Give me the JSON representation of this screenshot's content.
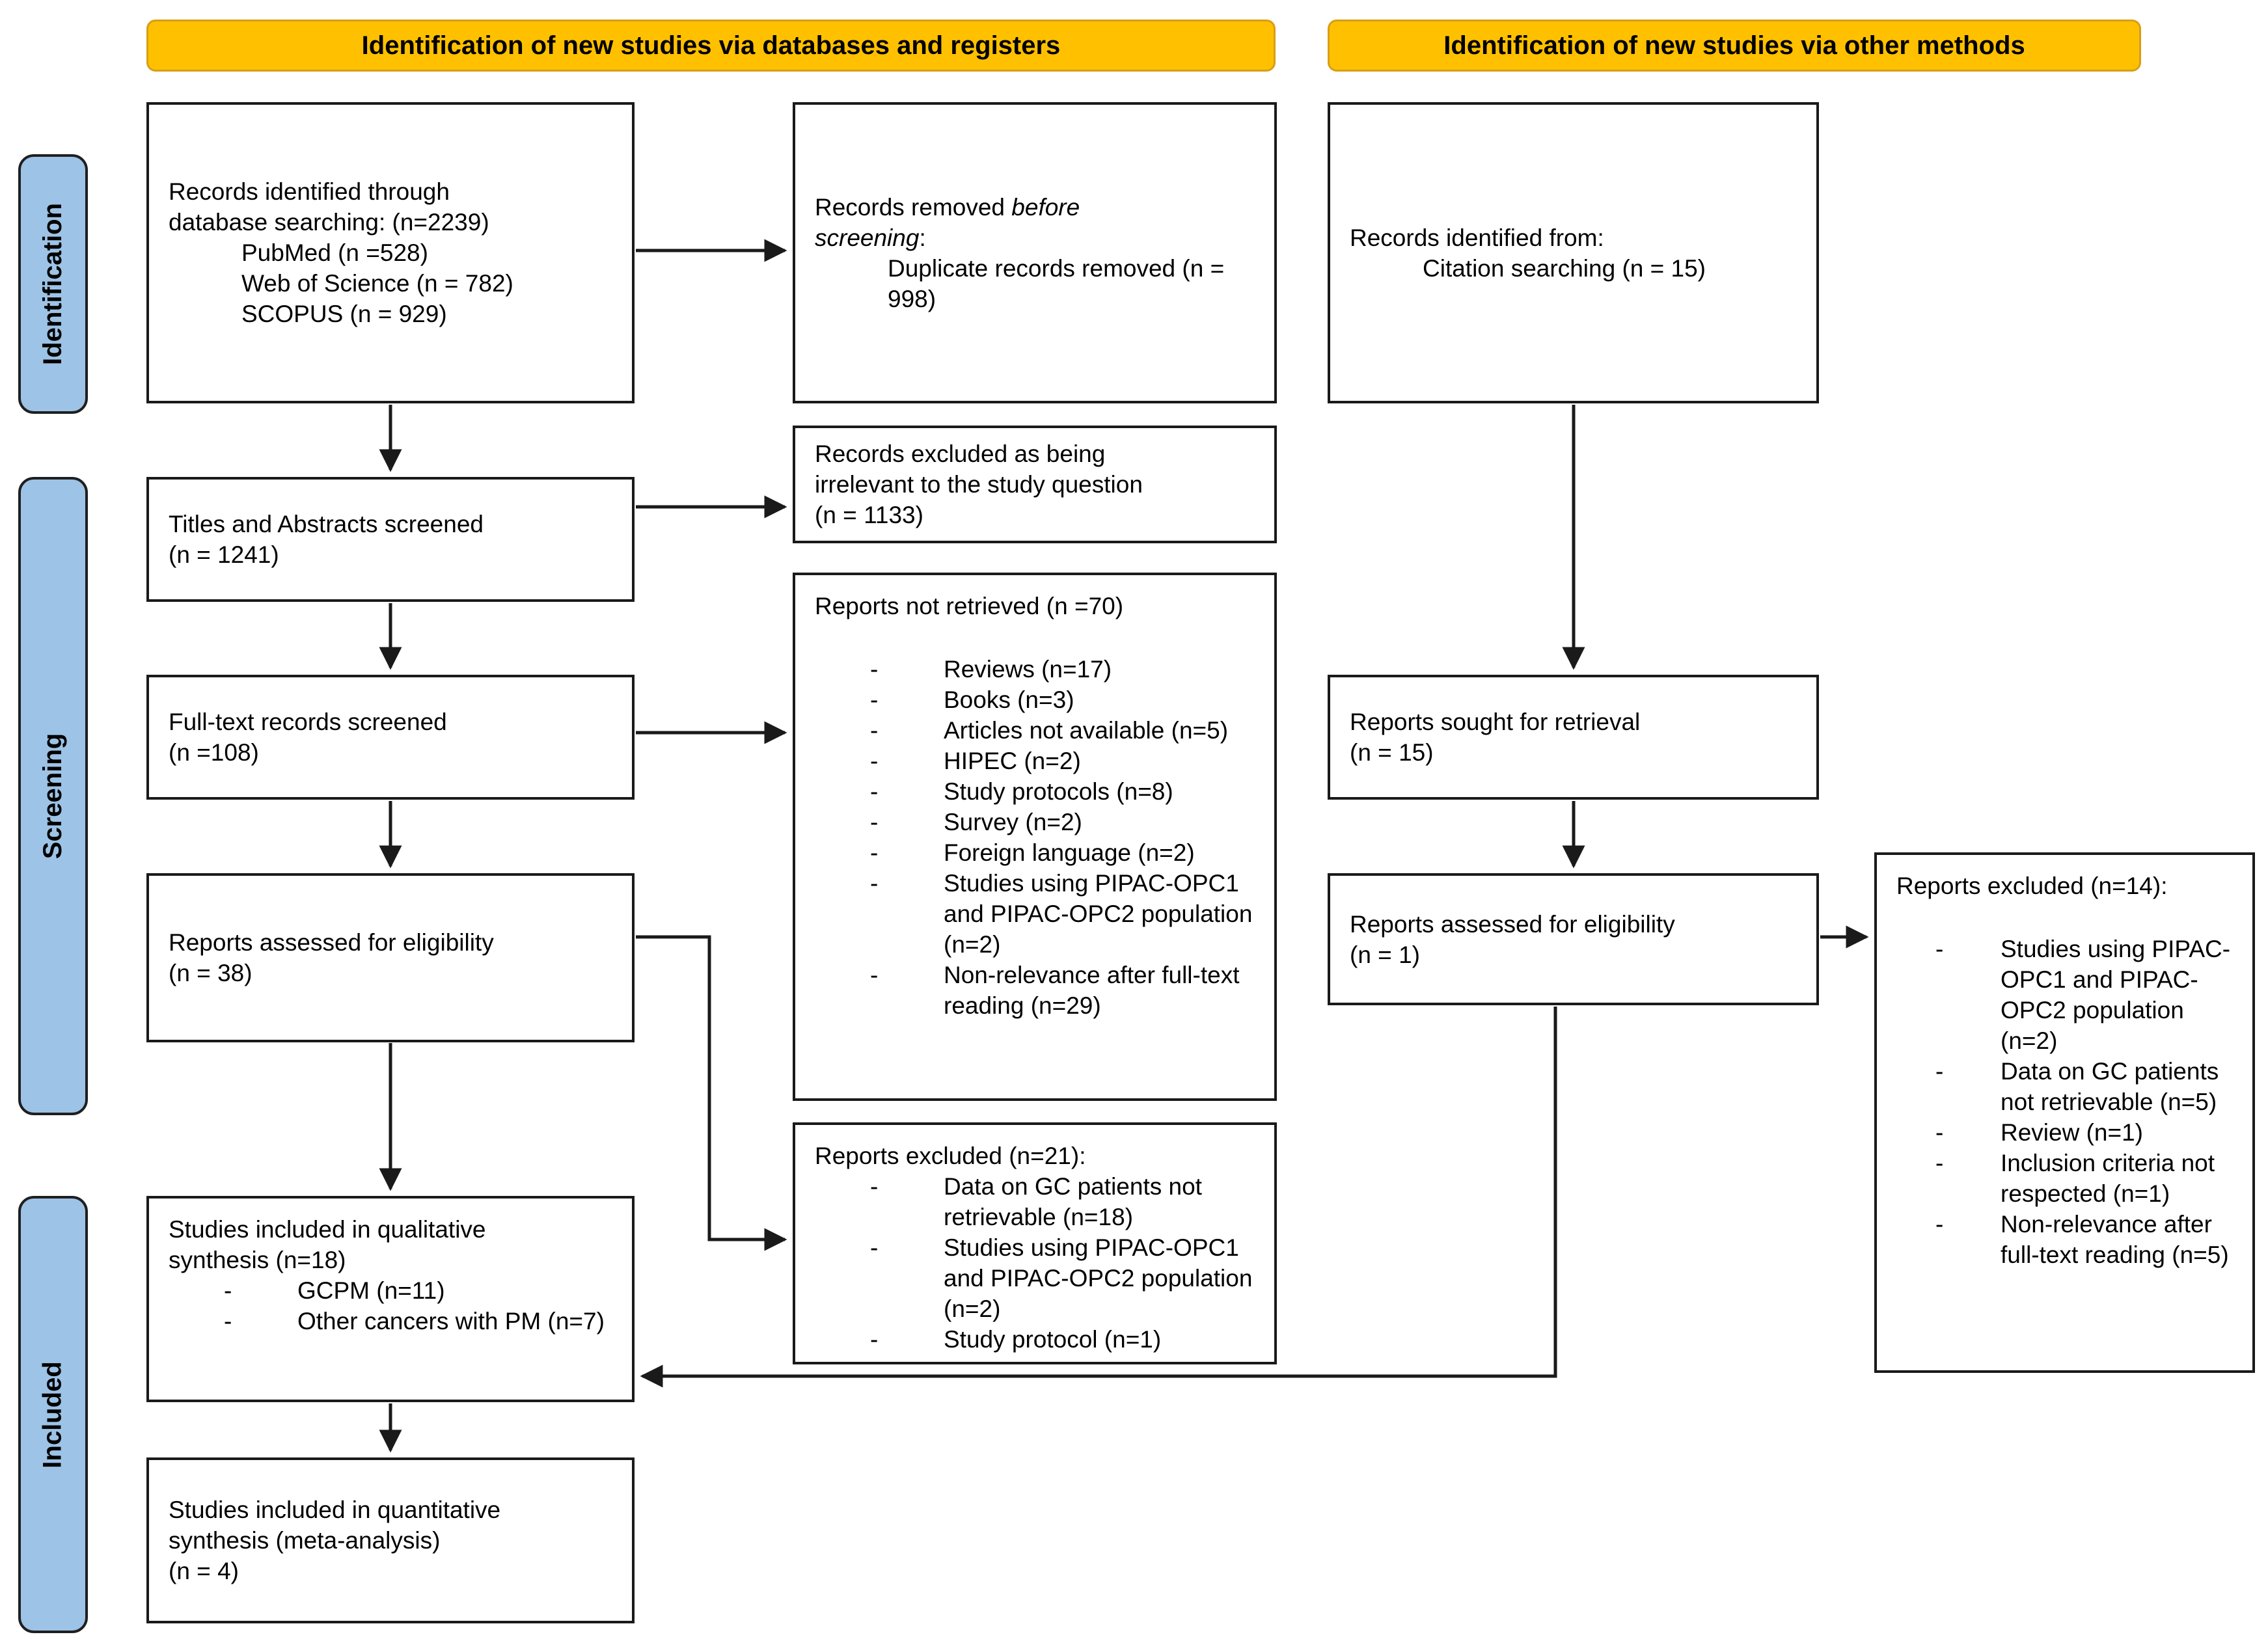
{
  "colors": {
    "banner_fill": "#FFC000",
    "sidebar_fill": "#9DC3E6",
    "line_color": "#1A1A1A"
  },
  "banners": {
    "databases": "Identification of new studies via databases and registers",
    "other": "Identification of new studies via other methods"
  },
  "sidebar": {
    "identification": "Identification",
    "screening": "Screening",
    "included": "Included"
  },
  "boxes": {
    "records_identified": {
      "line1": "Records identified through",
      "line2": "database searching: (n=2239)",
      "sources": [
        "PubMed (n =528)",
        "Web of Science (n = 782)",
        "SCOPUS (n = 929)"
      ]
    },
    "records_removed": {
      "normal1": "Records removed ",
      "italic1": "before",
      "italic2": "screening",
      "suffix2": ":",
      "detail": "Duplicate records removed (n = 998)"
    },
    "records_identified_other": {
      "line1": "Records identified from:",
      "detail": "Citation searching (n = 15)"
    },
    "titles_screened": {
      "line1": "Titles and Abstracts screened",
      "line2": "(n = 1241)"
    },
    "records_excluded_irrelevant": {
      "line1": "Records excluded as being",
      "line2": "irrelevant to the study question",
      "line3": "(n = 1133)"
    },
    "reports_not_retrieved": {
      "heading": "Reports not retrieved (n =70)",
      "items": [
        "Reviews (n=17)",
        "Books (n=3)",
        "Articles not available (n=5)",
        "HIPEC (n=2)",
        "Study protocols (n=8)",
        "Survey (n=2)",
        "Foreign language (n=2)",
        "Studies using PIPAC-OPC1 and PIPAC-OPC2 population (n=2)",
        "Non-relevance after full-text reading (n=29)"
      ]
    },
    "fulltext_screened": {
      "line1": "Full-text records screened",
      "line2": "(n =108)"
    },
    "reports_sought": {
      "line1": "Reports sought for retrieval",
      "line2": "(n = 15)"
    },
    "reports_assessed_databases": {
      "line1": "Reports assessed for eligibility",
      "line2": "(n = 38)"
    },
    "reports_assessed_other": {
      "line1": "Reports assessed for eligibility",
      "line2": "(n = 1)"
    },
    "reports_excluded_21": {
      "heading": "Reports excluded (n=21):",
      "items": [
        "Data on GC patients not retrievable (n=18)",
        "Studies using PIPAC-OPC1 and PIPAC-OPC2 population (n=2)",
        "Study protocol (n=1)"
      ]
    },
    "reports_excluded_14": {
      "heading": "Reports excluded (n=14):",
      "items": [
        "Studies using PIPAC-OPC1 and PIPAC-OPC2 population (n=2)",
        "Data on GC patients not retrievable (n=5)",
        "Review (n=1)",
        "Inclusion criteria not respected (n=1)",
        "Non-relevance after full-text reading (n=5)"
      ]
    },
    "qualitative": {
      "line1": "Studies included in qualitative",
      "line2": "synthesis (n=18)",
      "items": [
        "GCPM (n=11)",
        "Other cancers with PM (n=7)"
      ]
    },
    "quantitative": {
      "line1": "Studies included in quantitative",
      "line2": "synthesis (meta-analysis)",
      "line3": "(n = 4)"
    }
  }
}
